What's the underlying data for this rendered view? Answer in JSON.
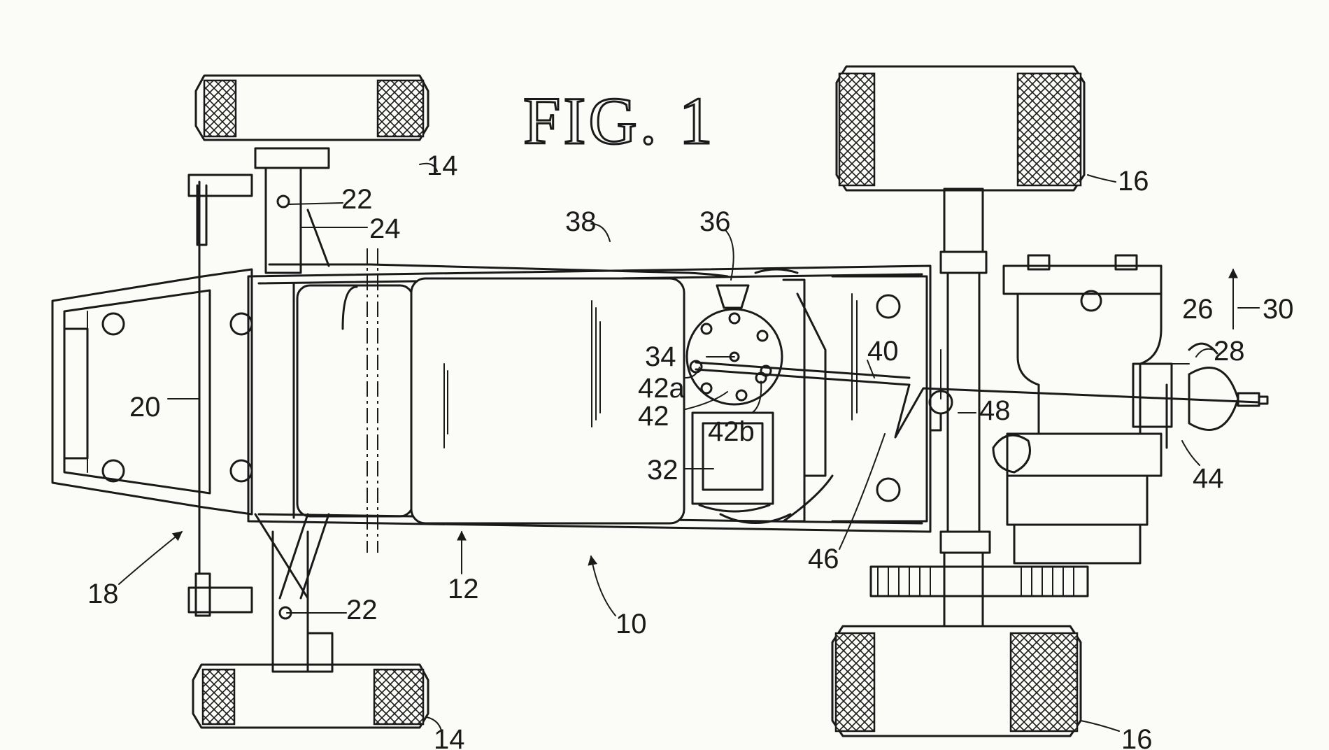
{
  "figure_title": "FIG. 1",
  "labels": {
    "ref_10": "10",
    "ref_12": "12",
    "ref_14_top": "14",
    "ref_14_bottom": "14",
    "ref_16_top": "16",
    "ref_16_bottom": "16",
    "ref_18": "18",
    "ref_20": "20",
    "ref_22_top": "22",
    "ref_22_bottom": "22",
    "ref_24": "24",
    "ref_26": "26",
    "ref_28": "28",
    "ref_30": "30",
    "ref_32": "32",
    "ref_34": "34",
    "ref_36": "36",
    "ref_38": "38",
    "ref_40": "40",
    "ref_42": "42",
    "ref_42a": "42a",
    "ref_42b": "42b",
    "ref_44": "44",
    "ref_46": "46",
    "ref_48": "48"
  }
}
